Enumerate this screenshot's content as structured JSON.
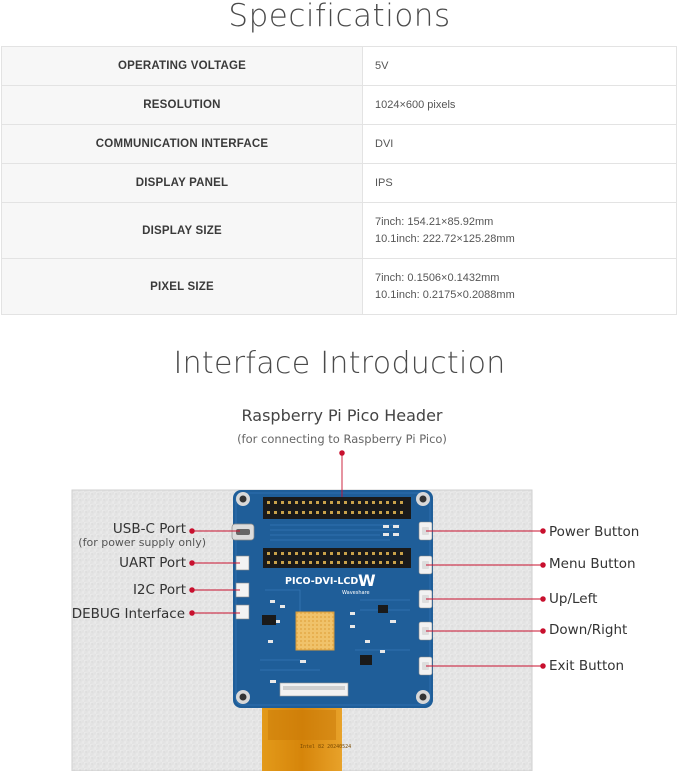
{
  "specifications": {
    "title": "Specifications",
    "rows": [
      {
        "label": "OPERATING VOLTAGE",
        "values": [
          "5V"
        ]
      },
      {
        "label": "RESOLUTION",
        "values": [
          "1024×600 pixels"
        ]
      },
      {
        "label": "COMMUNICATION INTERFACE",
        "values": [
          "DVI"
        ]
      },
      {
        "label": "DISPLAY PANEL",
        "values": [
          "IPS"
        ]
      },
      {
        "label": "DISPLAY SIZE",
        "values": [
          "7inch: 154.21×85.92mm",
          "10.1inch: 222.72×125.28mm"
        ]
      },
      {
        "label": "PIXEL SIZE",
        "values": [
          "7inch: 0.1506×0.1432mm",
          "10.1inch: 0.2175×0.2088mm"
        ]
      }
    ]
  },
  "interface": {
    "title": "Interface Introduction",
    "header_label": "Raspberry Pi Pico Header",
    "header_sublabel": "(for connecting to Raspberry Pi Pico)",
    "left_labels": {
      "usb_c": "USB-C Port",
      "usb_c_note": "(for power supply only)",
      "uart": "UART Port",
      "i2c": "I2C Port",
      "debug": "DEBUG Interface"
    },
    "right_labels": {
      "power": "Power Button",
      "menu": "Menu Button",
      "up_left": "Up/Left",
      "down_right": "Down/Right",
      "exit": "Exit Button"
    },
    "board": {
      "silkscreen": "PICO-DVI-LCD",
      "brand": "Waveshare"
    },
    "colors": {
      "accent": "#c8102e",
      "pcb": "#1f5e99",
      "panel": "#e6e6e6",
      "flex": "#d9890e"
    }
  }
}
